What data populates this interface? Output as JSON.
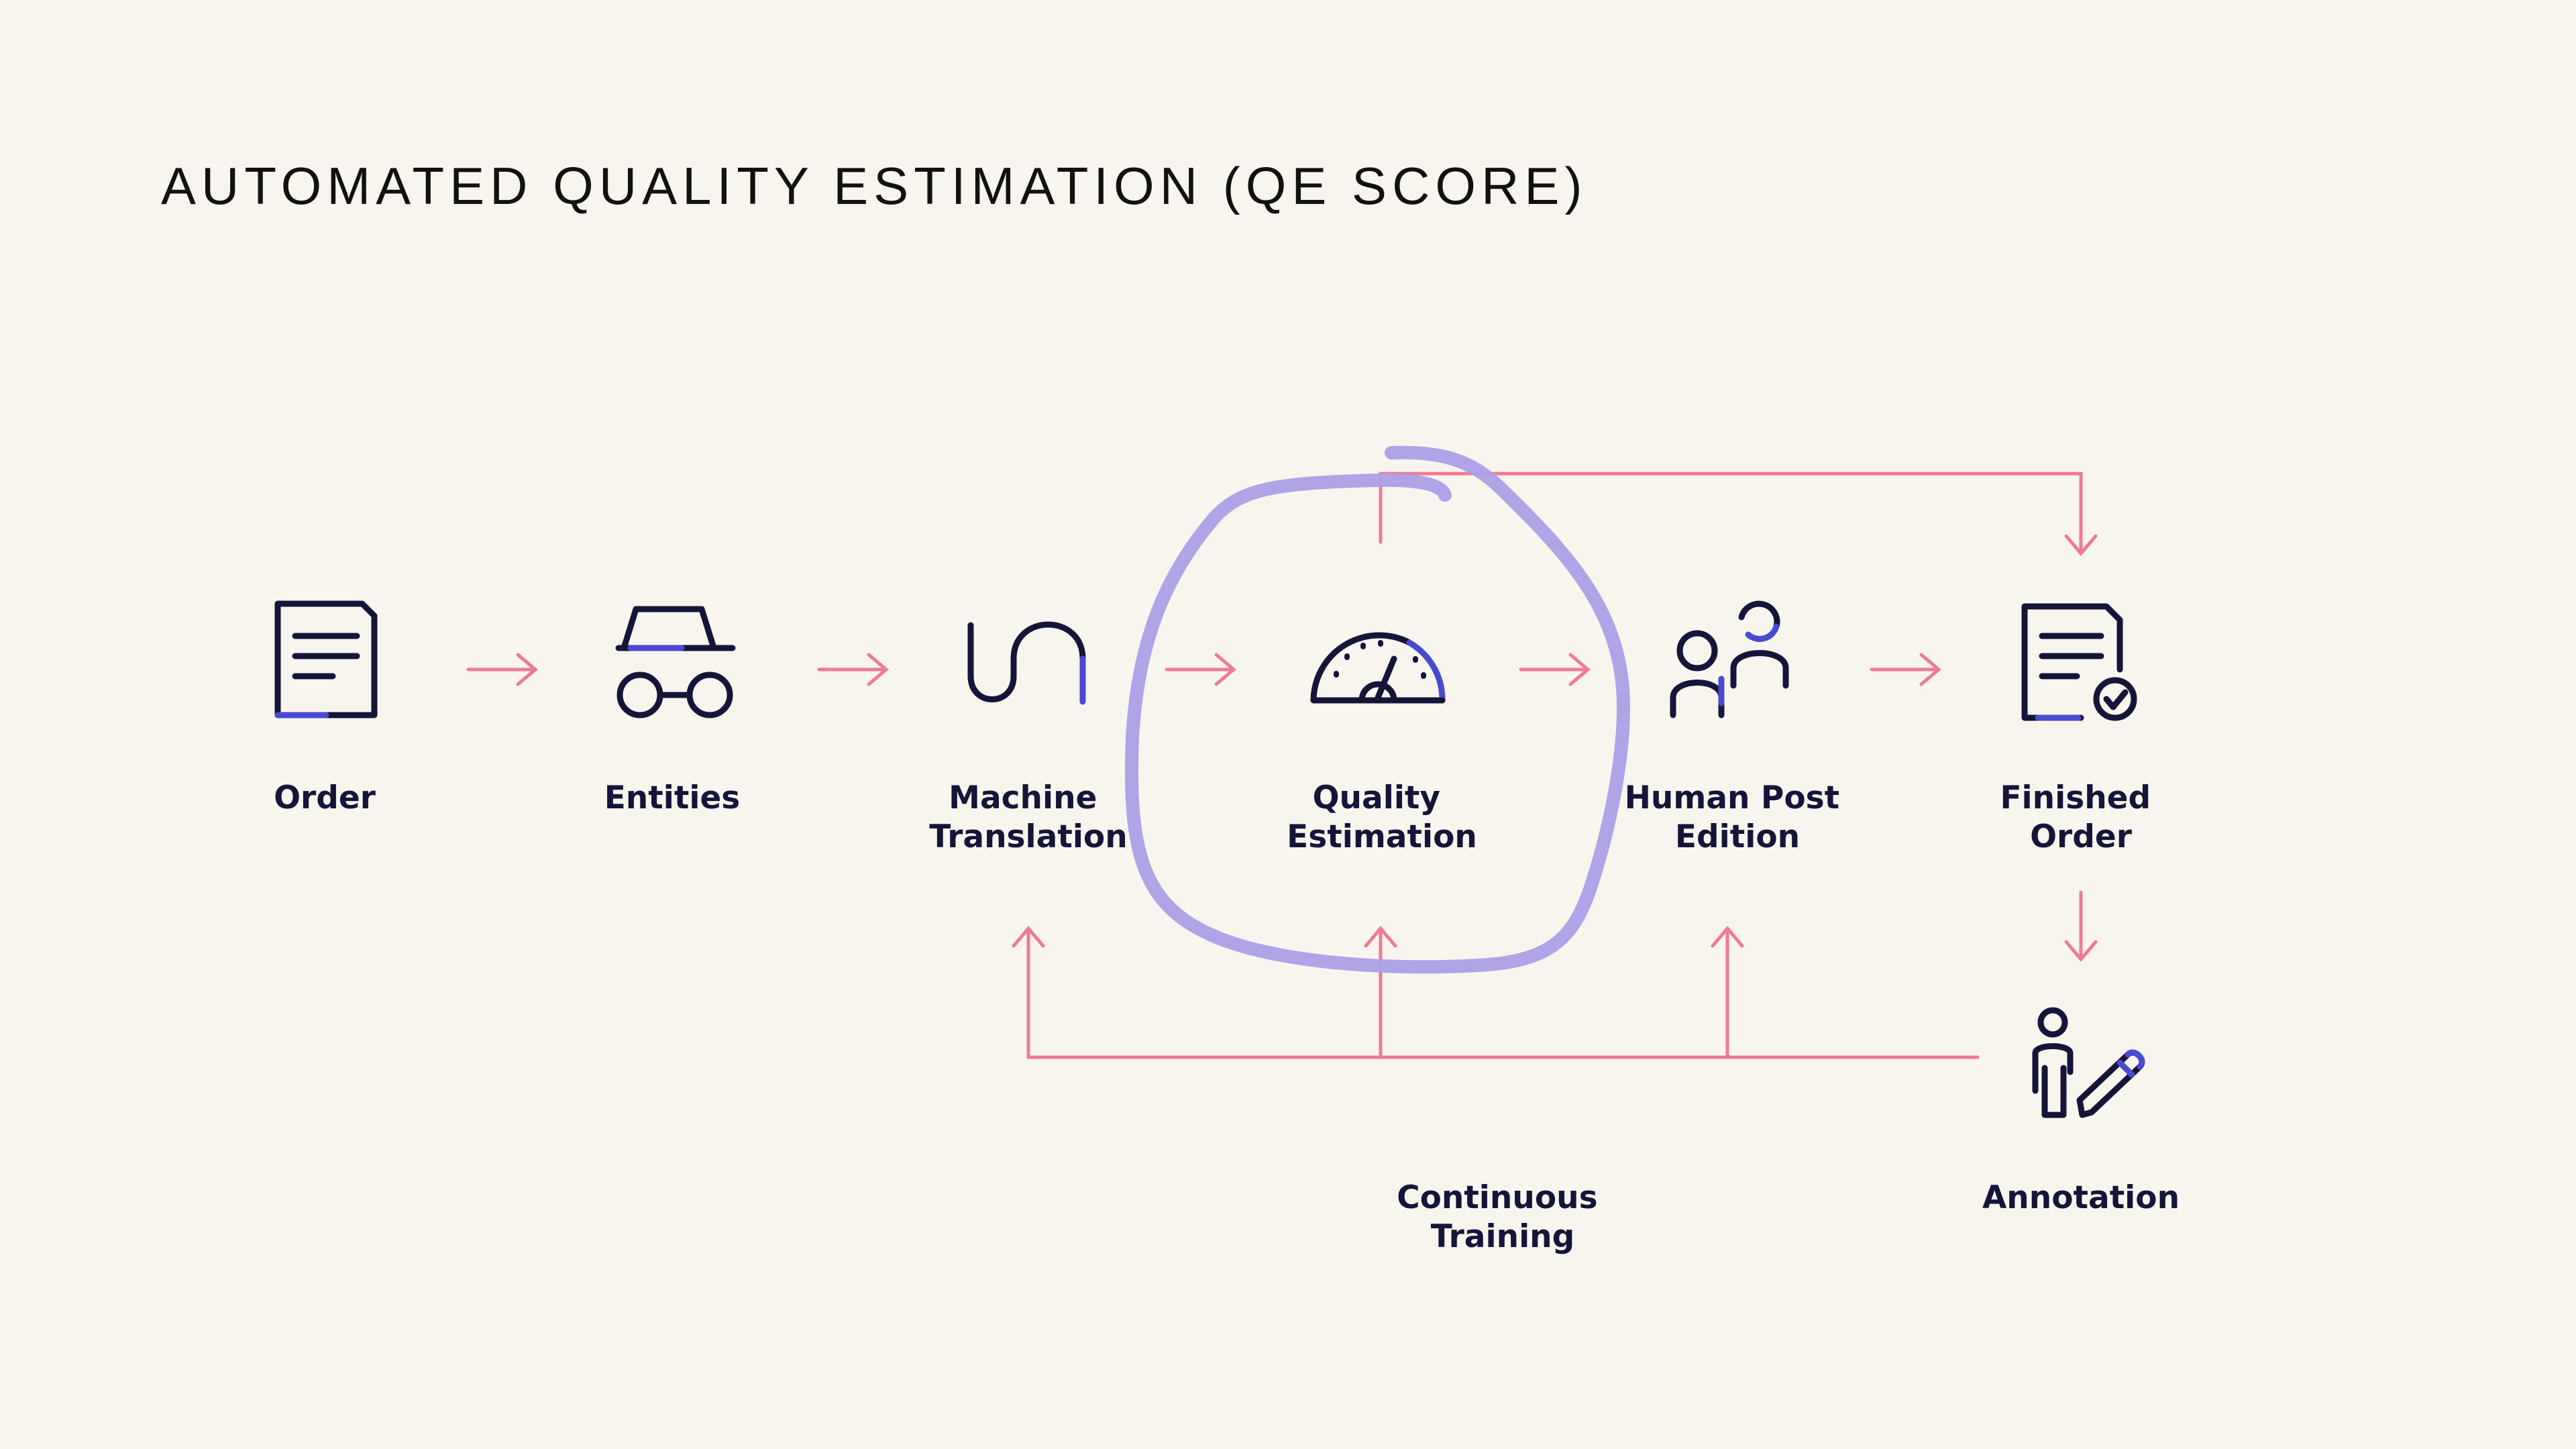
{
  "title": "AUTOMATED QUALITY ESTIMATION (QE SCORE)",
  "colors": {
    "background": "#f8f5ef",
    "title_text": "#111111",
    "icon_stroke": "#15153a",
    "icon_accent": "#4a4ad0",
    "arrow": "#ef7a92",
    "highlight_circle": "#ac9fe6",
    "label_text": "#15153a"
  },
  "nodes": [
    {
      "id": "order",
      "icon": "document-icon",
      "label": [
        "Order"
      ]
    },
    {
      "id": "entities",
      "icon": "incognito-icon",
      "label": [
        "Entities"
      ]
    },
    {
      "id": "machine-translation",
      "icon": "wave-icon",
      "label": [
        "Machine",
        "Translation"
      ]
    },
    {
      "id": "quality-estimation",
      "icon": "speedometer-icon",
      "label": [
        "Quality",
        "Estimation"
      ]
    },
    {
      "id": "human-post-edition",
      "icon": "people-icon",
      "label": [
        "Human Post",
        "Edition"
      ]
    },
    {
      "id": "finished-order",
      "icon": "document-check-icon",
      "label": [
        "Finished",
        "Order"
      ]
    },
    {
      "id": "annotation",
      "icon": "person-pen-icon",
      "label": [
        "Annotation"
      ]
    }
  ],
  "training_label": [
    "Continuous",
    "Training"
  ],
  "edges": [
    {
      "from": "order",
      "to": "entities"
    },
    {
      "from": "entities",
      "to": "machine-translation"
    },
    {
      "from": "machine-translation",
      "to": "quality-estimation"
    },
    {
      "from": "quality-estimation",
      "to": "human-post-edition"
    },
    {
      "from": "human-post-edition",
      "to": "finished-order"
    },
    {
      "from": "quality-estimation",
      "to": "finished-order"
    },
    {
      "from": "finished-order",
      "to": "annotation"
    },
    {
      "from": "annotation",
      "to": "machine-translation"
    },
    {
      "from": "annotation",
      "to": "quality-estimation"
    },
    {
      "from": "annotation",
      "to": "human-post-edition"
    }
  ],
  "highlight": {
    "node": "quality-estimation",
    "style": "hand-drawn-circle"
  }
}
